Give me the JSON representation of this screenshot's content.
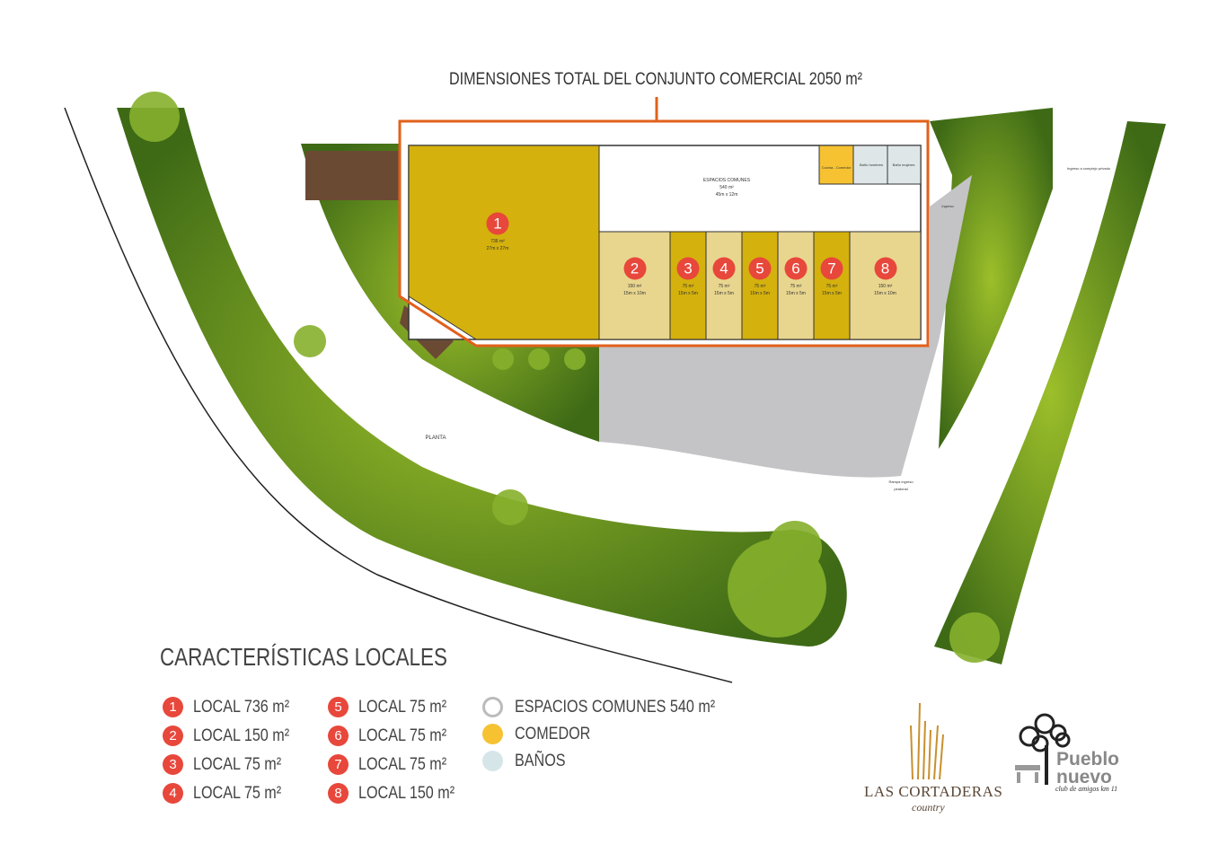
{
  "title": "DIMENSIONES TOTAL DEL CONJUNTO COMERCIAL 2050 m²",
  "plan": {
    "espacios_comunes": {
      "name": "ESPACIOS COMUNES",
      "area": "540 m²",
      "dims": "45m x 12m"
    },
    "locales": [
      {
        "n": "1",
        "area": "736 m²",
        "dims": "27m x 27m"
      },
      {
        "n": "2",
        "area": "150 m²",
        "dims": "15m x 10m"
      },
      {
        "n": "3",
        "area": "75 m²",
        "dims": "15m x 5m"
      },
      {
        "n": "4",
        "area": "75 m²",
        "dims": "15m x 5m"
      },
      {
        "n": "5",
        "area": "75 m²",
        "dims": "15m x 5m"
      },
      {
        "n": "6",
        "area": "75 m²",
        "dims": "15m x 5m"
      },
      {
        "n": "7",
        "area": "75 m²",
        "dims": "15m x 5m"
      },
      {
        "n": "8",
        "area": "150 m²",
        "dims": "15m x 10m"
      }
    ],
    "comedor_label": "Cocina - Comedor",
    "banos": [
      "Baño hombres",
      "Baño mujeres"
    ],
    "ingreso": "Ingreso",
    "ingreso_privado": "Ingreso a complejo privado",
    "rampa": "Rampa ingreso peatonal",
    "planta": "PLANTA"
  },
  "legend": {
    "title": "CARACTERÍSTICAS LOCALES",
    "items": [
      {
        "n": "1",
        "label": "LOCAL  736 m²"
      },
      {
        "n": "2",
        "label": "LOCAL  150 m²"
      },
      {
        "n": "3",
        "label": "LOCAL  75 m²"
      },
      {
        "n": "4",
        "label": "LOCAL  75 m²"
      },
      {
        "n": "5",
        "label": "LOCAL  75 m²"
      },
      {
        "n": "6",
        "label": "LOCAL  75 m²"
      },
      {
        "n": "7",
        "label": "LOCAL  75 m²"
      },
      {
        "n": "8",
        "label": "LOCAL  150 m²"
      }
    ],
    "zones": [
      {
        "label": "ESPACIOS COMUNES  540 m²",
        "color": "#ffffff"
      },
      {
        "label": "COMEDOR",
        "color": "#f6c232"
      },
      {
        "label": "BAÑOS",
        "color": "#d6e6e8"
      }
    ]
  },
  "logos": {
    "cortaderas": "LAS CORTADERAS",
    "cortaderas_sub": "country",
    "pueblo": "Pueblo",
    "nuevo": "nuevo",
    "pueblo_sub": "club de amigos km 11"
  },
  "colors": {
    "outline": "#e2601b",
    "local_dark": "#d4b10d",
    "local_light": "#e8d68f",
    "badge": "#e8473b",
    "green": "#5a8a1e",
    "parking": "#c4c4c6"
  }
}
